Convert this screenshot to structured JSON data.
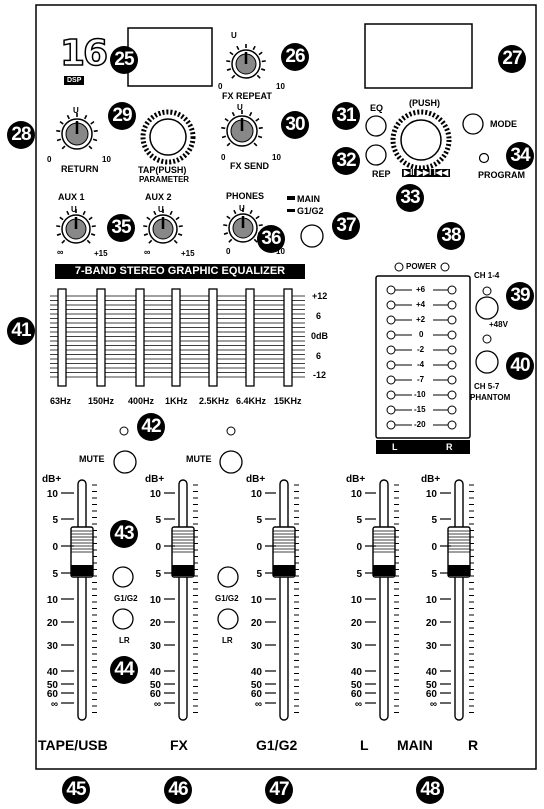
{
  "brand": {
    "model": "16",
    "sub": "DSP"
  },
  "callouts": [
    "25",
    "26",
    "27",
    "28",
    "29",
    "30",
    "31",
    "32",
    "33",
    "34",
    "35",
    "36",
    "37",
    "38",
    "39",
    "40",
    "41",
    "42",
    "43",
    "44",
    "45",
    "46",
    "47",
    "48"
  ],
  "fx_repeat": {
    "label": "FX REPEAT",
    "min": "0",
    "max": "10",
    "center": "U"
  },
  "return": {
    "label": "RETURN",
    "min": "0",
    "max": "10",
    "center": "U"
  },
  "tap": {
    "label": "TAP(PUSH)",
    "sub": "PARAMETER"
  },
  "fx_send": {
    "label": "FX SEND",
    "min": "0",
    "max": "10",
    "center": "U"
  },
  "player": {
    "eq": "EQ",
    "rep": "REP",
    "push": "(PUSH)",
    "mode": "MODE",
    "program": "PROGRAM",
    "transport": "▶II ▶▶I I◀◀"
  },
  "aux1": {
    "label": "AUX 1",
    "center": "U",
    "min": "∞",
    "max": "+15"
  },
  "aux2": {
    "label": "AUX 2",
    "center": "U",
    "min": "∞",
    "max": "+15"
  },
  "phones": {
    "label": "PHONES",
    "center": "U",
    "min": "0",
    "max": "10"
  },
  "main_select": {
    "main": "MAIN",
    "g1g2": "G1/G2"
  },
  "eq": {
    "title": "7-BAND STEREO GRAPHIC  EQUALIZER",
    "bands": [
      "63Hz",
      "150Hz",
      "400Hz",
      "1KHz",
      "2.5KHz",
      "6.4KHz",
      "15KHz"
    ],
    "scale": [
      "+12",
      "6",
      "0dB",
      "6",
      "-12"
    ]
  },
  "meter": {
    "power": "POWER",
    "levels": [
      "+6",
      "+4",
      "+2",
      "0",
      "-2",
      "-4",
      "-7",
      "-10",
      "-15",
      "-20"
    ],
    "left": "L",
    "right": "R"
  },
  "phantom": {
    "ch14": "CH 1-4",
    "v48": "+48V",
    "ch57": "CH 5-7",
    "label": "PHANTOM"
  },
  "mute": {
    "label": "MUTE"
  },
  "fader_scale": {
    "unit": "dB+",
    "ticks": [
      "10",
      "5",
      "0",
      "5",
      "10",
      "20",
      "30",
      "40",
      "50",
      "60",
      "∞"
    ]
  },
  "assign": {
    "g1g2": "G1/G2",
    "lr": "LR"
  },
  "channels": {
    "tape_usb": "TAPE/USB",
    "fx": "FX",
    "g1g2": "G1/G2",
    "l": "L",
    "main": "MAIN",
    "r": "R"
  }
}
